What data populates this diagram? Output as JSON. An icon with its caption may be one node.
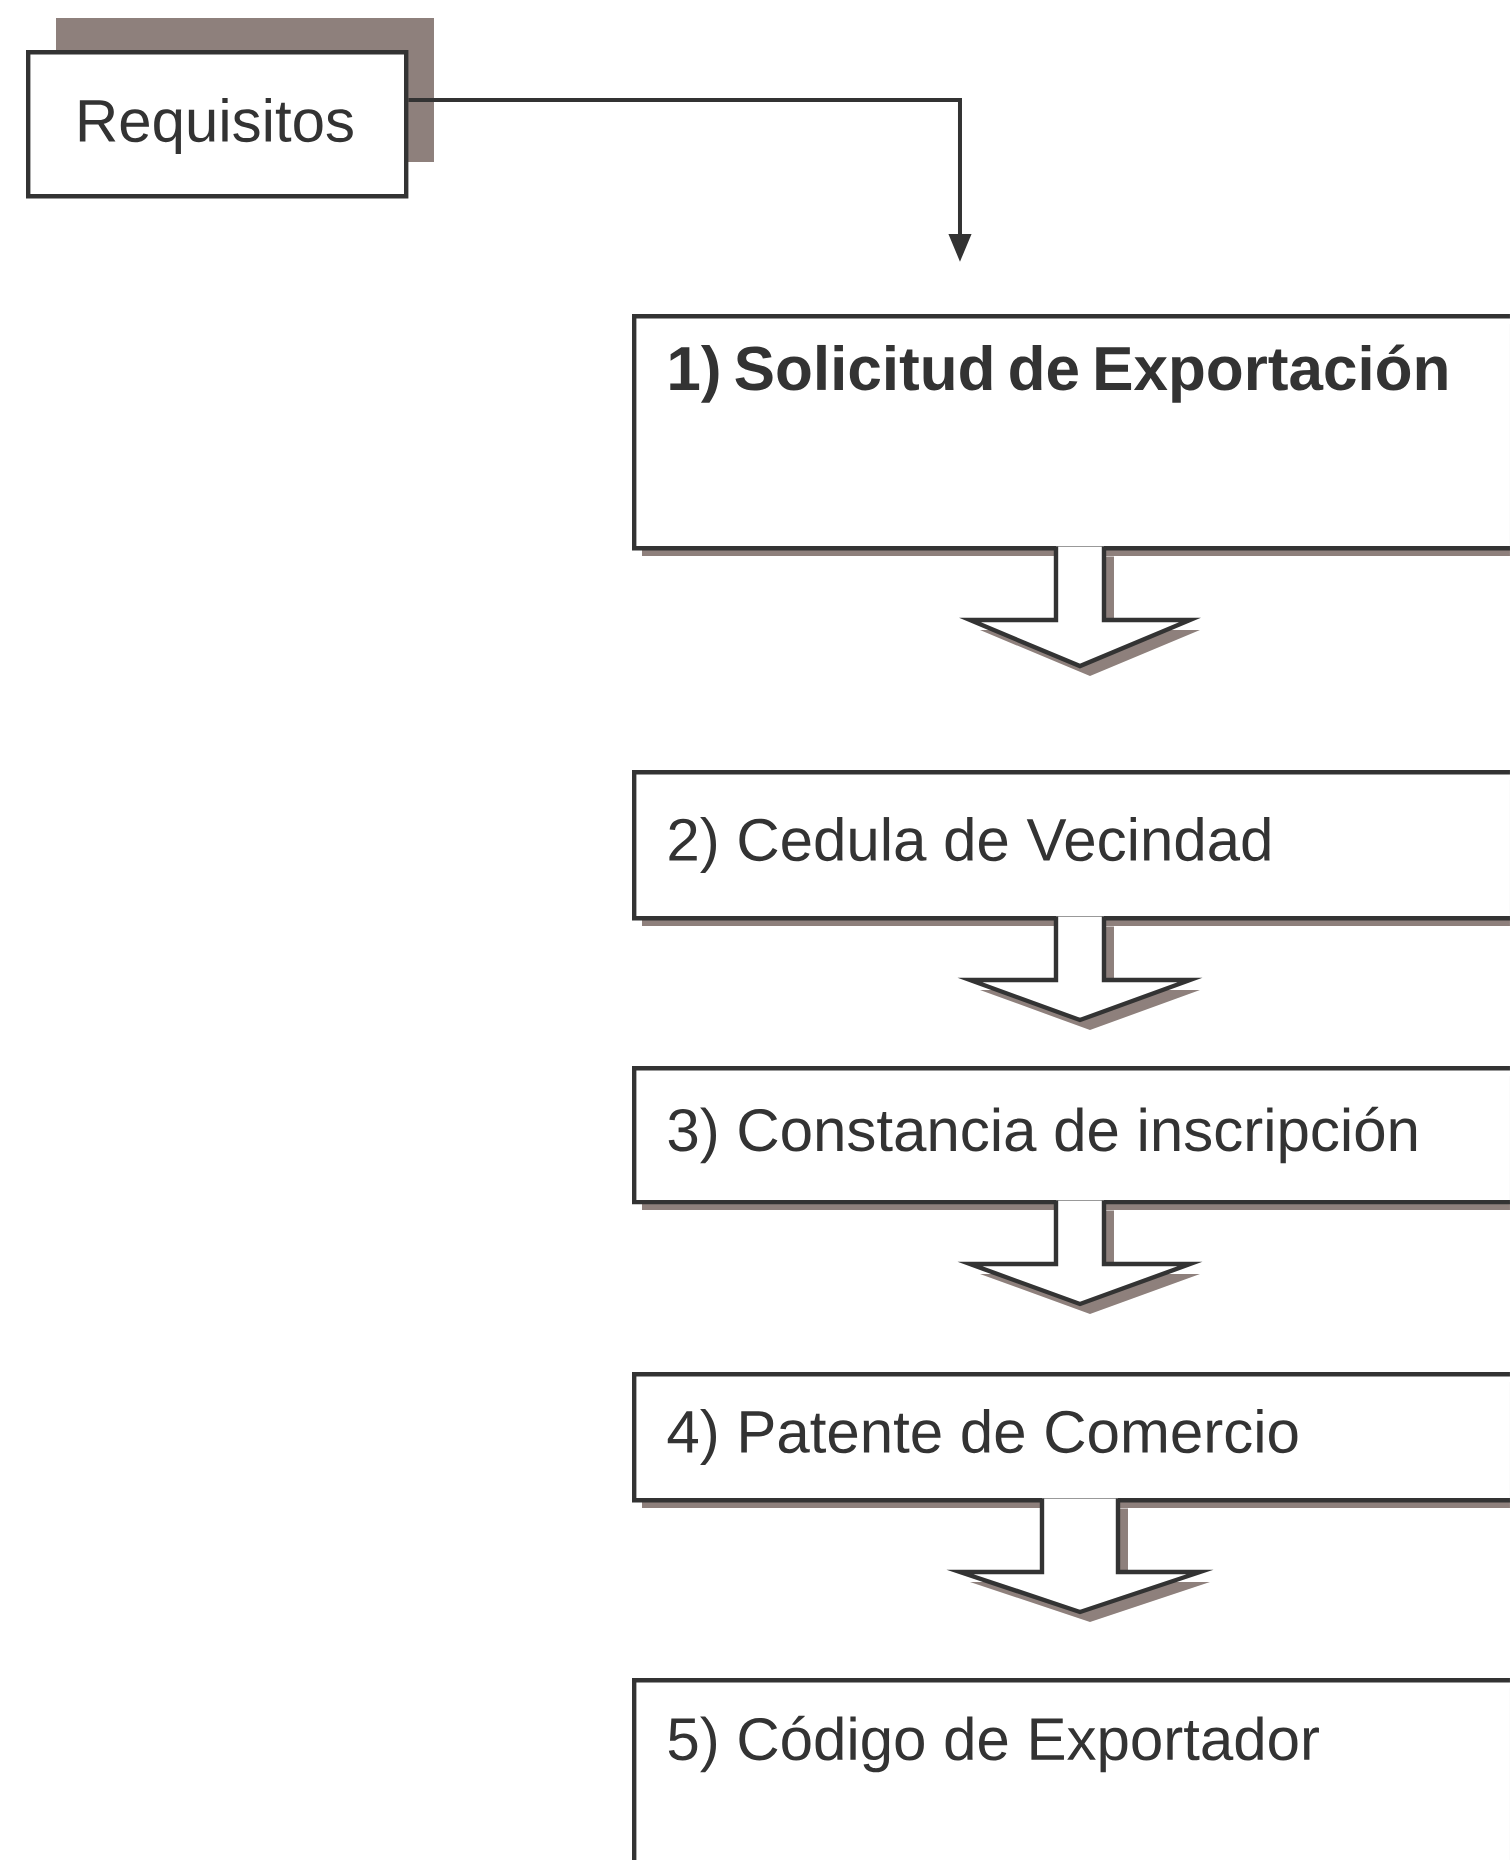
{
  "diagram": {
    "nodes": [
      {
        "text": [
          "Requisitos"
        ]
      },
      {
        "text": [
          "**1) Solicitud de Exportación**"
        ]
      },
      {
        "text": [
          "2) Cedula de Vecindad"
        ]
      },
      {
        "text": [
          "3) Constancia de inscripción"
        ]
      },
      {
        "text": [
          "4) Patente de Comercio"
        ]
      },
      {
        "text": [
          "5) Código de Exportador"
        ]
      }
    ],
    "edges": [
      {
        "from": 0,
        "to": 1,
        "arrow": "to"
      },
      {
        "from": 1,
        "to": 2,
        "arrow": "to",
        "style": "thick"
      },
      {
        "from": 2,
        "to": 3,
        "arrow": "to",
        "style": "thick"
      },
      {
        "from": 3,
        "to": 4,
        "arrow": "to",
        "style": "thick"
      },
      {
        "from": 4,
        "to": 5,
        "arrow": "to",
        "style": "thick"
      }
    ]
  }
}
